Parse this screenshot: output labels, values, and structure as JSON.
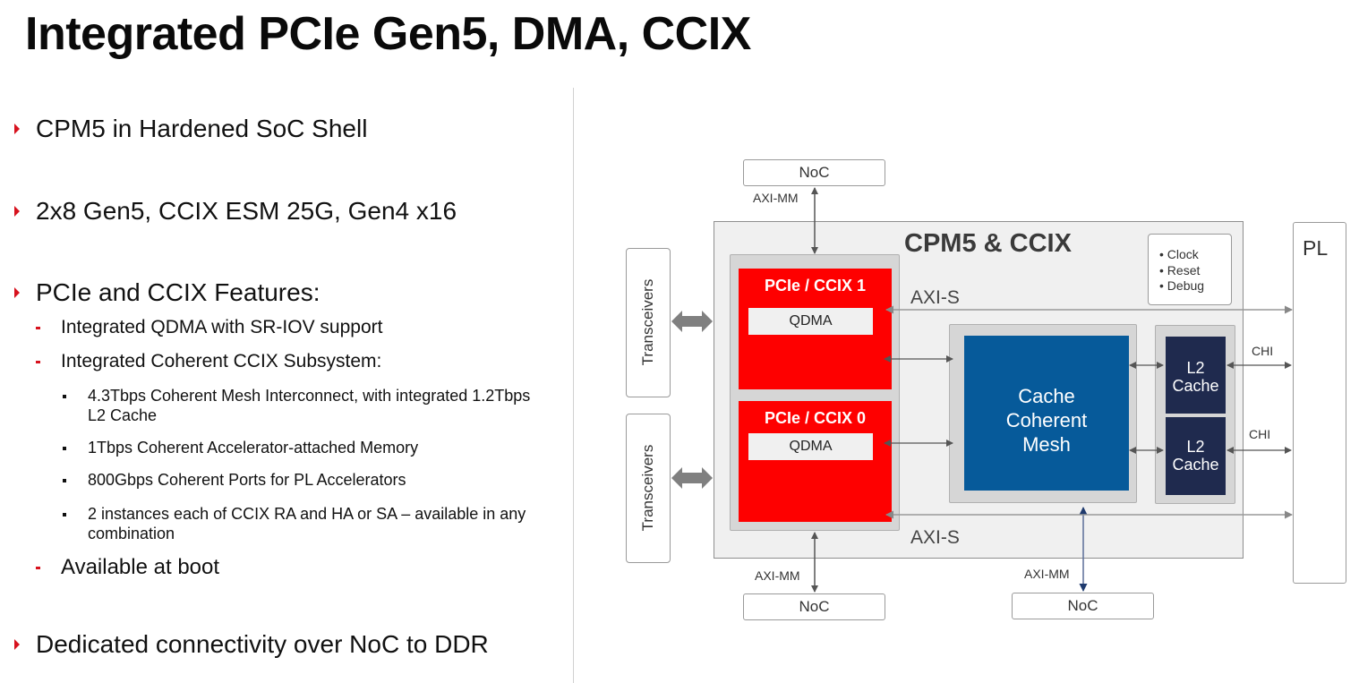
{
  "slide": {
    "title": "Integrated PCIe Gen5, DMA, CCIX"
  },
  "bullets": {
    "b1": "CPM5 in Hardened SoC Shell",
    "b2": "2x8 Gen5, CCIX ESM 25G, Gen4 x16",
    "b3": "PCIe and CCIX Features:",
    "b3_sub1": "Integrated QDMA with SR-IOV support",
    "b3_sub2": "Integrated Coherent CCIX Subsystem:",
    "b3_sub2_items": [
      "4.3Tbps Coherent Mesh Interconnect, with integrated 1.2Tbps L2 Cache",
      "1Tbps Coherent Accelerator-attached Memory",
      "800Gbps Coherent Ports for PL Accelerators",
      "2 instances each of CCIX RA and HA or SA – available in any combination"
    ],
    "b3_sub3": "Available at boot",
    "b4": "Dedicated connectivity over NoC to DDR"
  },
  "diagram": {
    "noc_top": "NoC",
    "noc_bottom_left": "NoC",
    "noc_bottom_right": "NoC",
    "axi_mm_top": "AXI-MM",
    "axi_mm_bottom_left": "AXI-MM",
    "axi_mm_bottom_right": "AXI-MM",
    "cpm_title": "CPM5 & CCIX",
    "misc": [
      "Clock",
      "Reset",
      "Debug"
    ],
    "pl": "PL",
    "transceivers_top": "Transceivers",
    "transceivers_bottom": "Transceivers",
    "pcie1": "PCIe / CCIX 1",
    "pcie0": "PCIe / CCIX 0",
    "qdma1": "QDMA",
    "qdma0": "QDMA",
    "axi_s_top": "AXI-S",
    "axi_s_bottom": "AXI-S",
    "mesh": [
      "Cache",
      "Coherent",
      "Mesh"
    ],
    "l2_top": [
      "L2",
      "Cache"
    ],
    "l2_bottom": [
      "L2",
      "Cache"
    ],
    "chi_top": "CHI",
    "chi_bottom": "CHI",
    "colors": {
      "red": "#fe0000",
      "mesh_blue": "#065a9a",
      "l2_navy": "#1f2a4e",
      "cpm_bg": "#f0f0f0",
      "group_gray": "#d6d6d6",
      "accent": "#d7121e"
    }
  }
}
